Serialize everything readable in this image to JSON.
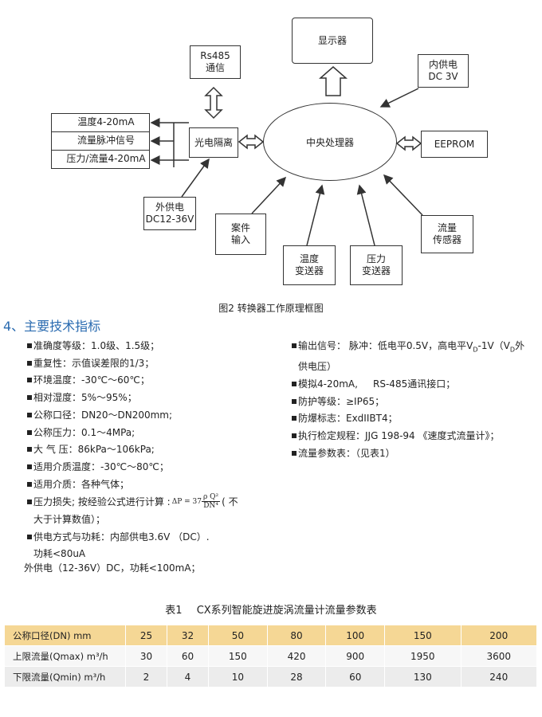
{
  "diagram": {
    "display": "显示器",
    "rs485": "Rs485\n通信",
    "internal_power": "内供电\nDC 3V",
    "outputs": [
      "温度4-20mA",
      "流量脉冲信号",
      "压力/流量4-20mA"
    ],
    "optocoupler": "光电隔离",
    "cpu": "中央处理器",
    "eeprom": "EEPROM",
    "external_power": "外供电\nDC12-36V",
    "key_input": "案件\n输入",
    "temp_transmitter": "温度\n变送器",
    "pressure_transmitter": "压力\n变送器",
    "flow_sensor": "流量\n传感器",
    "caption": "图2  转换器工作原理框图"
  },
  "section": {
    "title": "4、主要技术指标"
  },
  "specs_left": [
    "准确度等级：1.0级、1.5级；",
    "重复性：示值误差限的1/3；",
    "环境温度：-30℃～60℃；",
    "相对湿度：5%～95%；",
    "公称口径：DN20～DN200mm;",
    "公称压力：0.1～4MPa;",
    "大 气 压：86kPa～106kPa;",
    "适用介质温度：-30℃～80℃；",
    "适用介质：各种气体；"
  ],
  "pressure_loss": {
    "prefix": "压力损失; 按经验公式进行计算 :",
    "formula_lhs": "ΔP = 37",
    "formula_num": "ρ Q²",
    "formula_den": "DN⁴",
    "suffix": "( 不",
    "line2": "大于计算数值）；"
  },
  "power": {
    "line1": "供电方式与功耗：内部供电3.6V （DC）.",
    "line2": "功耗<80uA",
    "external": "外供电（12-36V）DC，功耗<100mA；"
  },
  "specs_right": {
    "output_line1": "输出信号： 脉冲：低电平0.5V，高电平V",
    "output_sub1": "D",
    "output_mid": "-1V（V",
    "output_sub2": "D",
    "output_end": "外",
    "output_line2": "供电压）",
    "items": [
      "模拟4-20mA,     RS-485通讯接口；",
      "防护等级：≥IP65；",
      "防爆标志：ExdIIBT4；",
      "执行检定规程：JJG 198-94 《速度式流量计》；",
      "流量参数表：（见表1）"
    ]
  },
  "table": {
    "title": "表1    CX系列智能旋进旋涡流量计流量参数表",
    "rows": [
      {
        "label": "公称口径(DN) mm",
        "values": [
          "25",
          "32",
          "50",
          "80",
          "100",
          "150",
          "200"
        ]
      },
      {
        "label": "上限流量(Qmax)  m³/h",
        "values": [
          "30",
          "60",
          "150",
          "420",
          "900",
          "1950",
          "3600"
        ]
      },
      {
        "label": "下限流量(Qmin)  m³/h",
        "values": [
          "2",
          "4",
          "10",
          "28",
          "60",
          "130",
          "240"
        ]
      }
    ]
  }
}
